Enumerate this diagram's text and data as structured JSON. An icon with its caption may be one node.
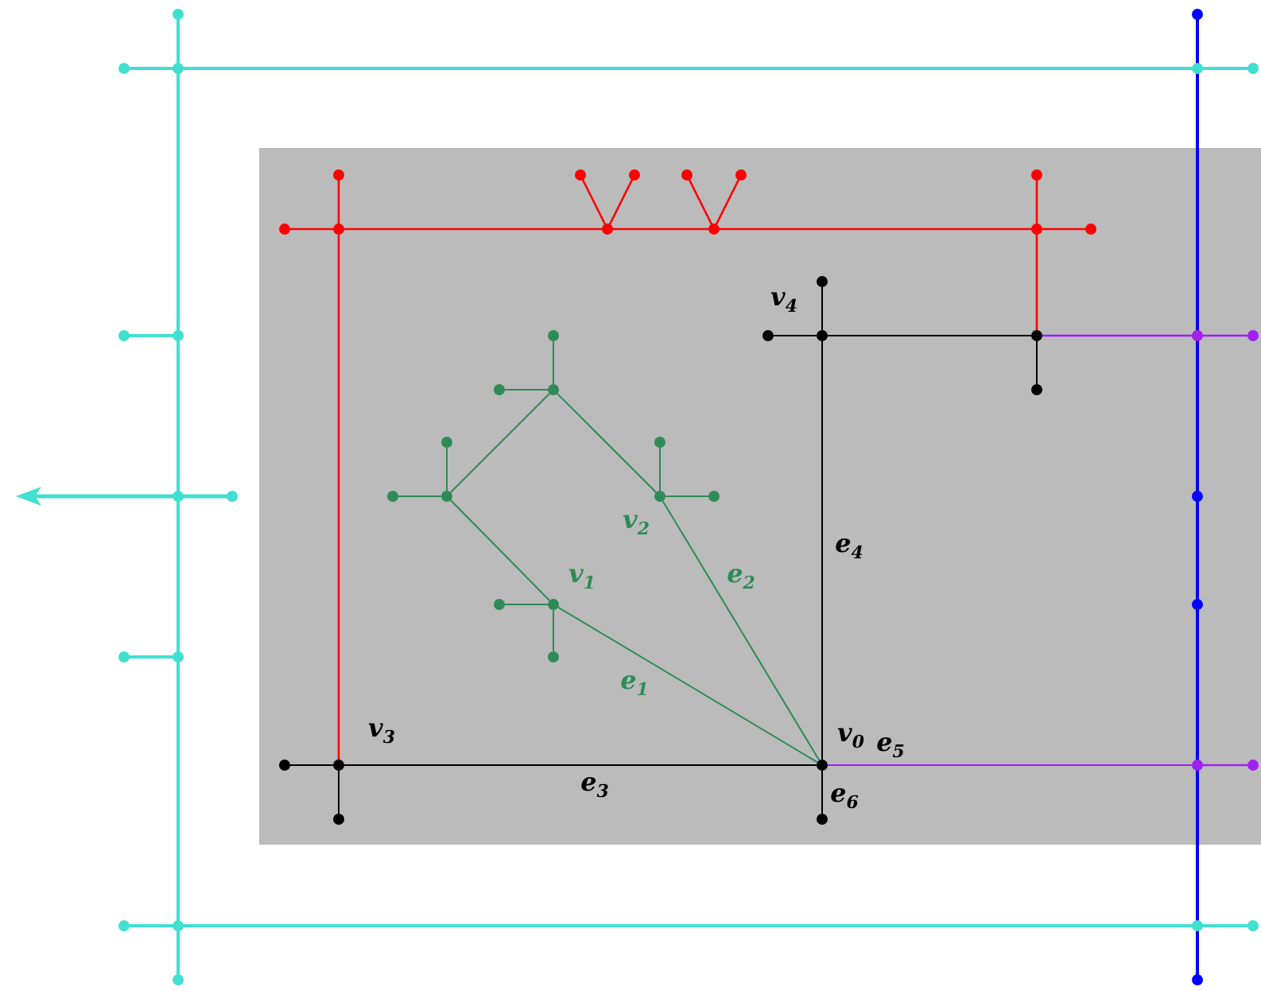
{
  "diagram": {
    "nodes": [
      {
        "text": [],
        "shape": "circle",
        "beside": [
          "v$_{0}$"
        ]
      },
      {
        "text": [],
        "shape": "circle",
        "beside": [
          "v$_{1}$"
        ]
      },
      {
        "text": [],
        "shape": "circle",
        "beside": [
          "v$_{2}$"
        ]
      },
      {
        "text": [],
        "shape": "circle",
        "beside": [
          "v$_{3}$"
        ]
      },
      {
        "text": [],
        "shape": "circle",
        "beside": [
          "v$_{4}$"
        ]
      },
      {
        "text": [],
        "shape": "circle"
      },
      {
        "text": [],
        "shape": "circle"
      },
      {
        "text": [],
        "shape": "circle"
      },
      {
        "text": [],
        "shape": "circle"
      },
      {
        "text": [],
        "shape": "circle"
      },
      {
        "text": [],
        "shape": "circle"
      },
      {
        "text": [],
        "shape": "circle"
      },
      {
        "text": [],
        "shape": "circle"
      },
      {
        "text": [],
        "shape": "circle"
      },
      {
        "text": [],
        "shape": "circle"
      },
      {
        "text": [],
        "shape": "circle"
      },
      {
        "text": [],
        "shape": "circle"
      },
      {
        "text": [],
        "shape": "circle"
      },
      {
        "text": [],
        "shape": "circle"
      },
      {
        "text": [],
        "shape": "circle"
      },
      {
        "text": [],
        "shape": "circle"
      },
      {
        "text": [],
        "shape": "circle"
      },
      {
        "text": [],
        "shape": "circle"
      }
    ],
    "edges": [
      {
        "from": 0,
        "to": 1,
        "arrow": "none",
        "label": "e$_{1}$",
        "color": "#2e8b57"
      },
      {
        "from": 0,
        "to": 2,
        "arrow": "none",
        "label": "e$_{2}$",
        "color": "#2e8b57"
      },
      {
        "from": 0,
        "to": 3,
        "arrow": "none",
        "label": "e$_{3}$",
        "color": "#000000"
      },
      {
        "from": 0,
        "to": 4,
        "arrow": "none",
        "label": "e$_{4}$",
        "color": "#000000"
      },
      {
        "from": 0,
        "to": 8,
        "arrow": "none",
        "label": "e$_{5}$",
        "color": "#a020f0"
      },
      {
        "from": 0,
        "to": 7,
        "arrow": "none",
        "label": "e$_{6}$",
        "color": "#000000"
      },
      {
        "from": 1,
        "to": 6,
        "arrow": "none",
        "color": "#2e8b57"
      },
      {
        "from": 6,
        "to": 5,
        "arrow": "none",
        "color": "#2e8b57"
      },
      {
        "from": 5,
        "to": 2,
        "arrow": "none",
        "color": "#2e8b57"
      },
      {
        "from": 1,
        "to": 9,
        "arrow": "none",
        "color": "#2e8b57"
      },
      {
        "from": 1,
        "to": 10,
        "arrow": "none",
        "color": "#2e8b57"
      },
      {
        "from": 2,
        "to": 11,
        "arrow": "none",
        "color": "#2e8b57"
      },
      {
        "from": 2,
        "to": 12,
        "arrow": "none",
        "color": "#2e8b57"
      },
      {
        "from": 5,
        "to": 13,
        "arrow": "none",
        "color": "#2e8b57"
      },
      {
        "from": 5,
        "to": 14,
        "arrow": "none",
        "color": "#2e8b57"
      },
      {
        "from": 6,
        "to": 15,
        "arrow": "none",
        "color": "#2e8b57"
      },
      {
        "from": 6,
        "to": 16,
        "arrow": "none",
        "color": "#2e8b57"
      },
      {
        "from": 3,
        "to": 17,
        "arrow": "none",
        "color": "#000000"
      },
      {
        "from": 3,
        "to": 18,
        "arrow": "none",
        "color": "#000000"
      },
      {
        "from": 4,
        "to": 19,
        "arrow": "none",
        "color": "#000000"
      },
      {
        "from": 4,
        "to": 20,
        "arrow": "none",
        "color": "#000000"
      },
      {
        "from": 4,
        "to": 21,
        "arrow": "none",
        "color": "#000000"
      },
      {
        "from": 21,
        "to": 22,
        "arrow": "none",
        "color": "#000000"
      }
    ]
  }
}
